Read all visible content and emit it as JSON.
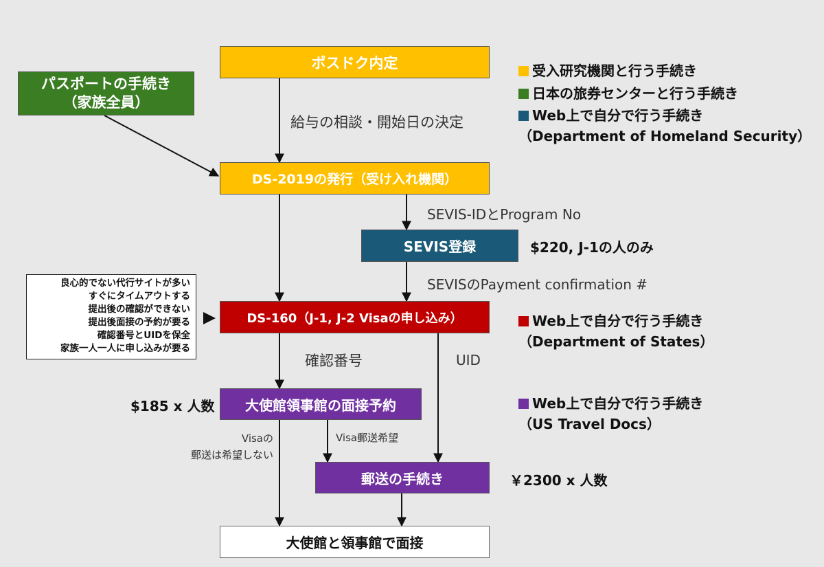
{
  "boxes": {
    "postdoc": "ポスドク内定",
    "passport_l1": "パスポートの手続き",
    "passport_l2": "（家族全員）",
    "ds2019": "DS-2019の発行（受け入れ機関）",
    "sevis": "SEVIS登録",
    "ds160": "DS-160（J-1, J-2 Visaの申し込み）",
    "appointment": "大使館領事館の面接予約",
    "mailing": "郵送の手続き",
    "interview": "大使館と領事館で面接"
  },
  "labels": {
    "salary": "給与の相談・開始日の決定",
    "sevis_id": "SEVIS-IDとProgram No",
    "sevis_payment": "SEVISのPayment confirmation #",
    "confirmation": "確認番号",
    "uid": "UID",
    "visa_no_mail_l1": "Visaの",
    "visa_no_mail_l2": "郵送は希望しない",
    "visa_mail": "Visa郵送希望"
  },
  "costs": {
    "sevis": "$220, J-1の人のみ",
    "appointment": "$185 x 人数",
    "mailing": "￥2300 x 人数"
  },
  "notes": [
    "良心的でない代行サイトが多い",
    "すぐにタイムアウトする",
    "提出後の確認ができない",
    "提出後面接の予約が要る",
    "確認番号とUIDを保全",
    "家族一人一人に申し込みが要る"
  ],
  "legend": {
    "yellow": "受入研究機関と行う手続き",
    "green": "日本の旅券センターと行う手続き",
    "teal_l1": "Web上で自分で行う手続き",
    "teal_l2": "（Department of Homeland Security）",
    "red_l1": "Web上で自分で行う手続き",
    "red_l2": "（Department of States）",
    "purple_l1": "Web上で自分で行う手続き",
    "purple_l2": "（US Travel Docs）"
  },
  "colors": {
    "yellow": "#ffc000",
    "green": "#3b7d23",
    "teal": "#1a5a78",
    "red": "#c00000",
    "purple": "#7030a0"
  }
}
